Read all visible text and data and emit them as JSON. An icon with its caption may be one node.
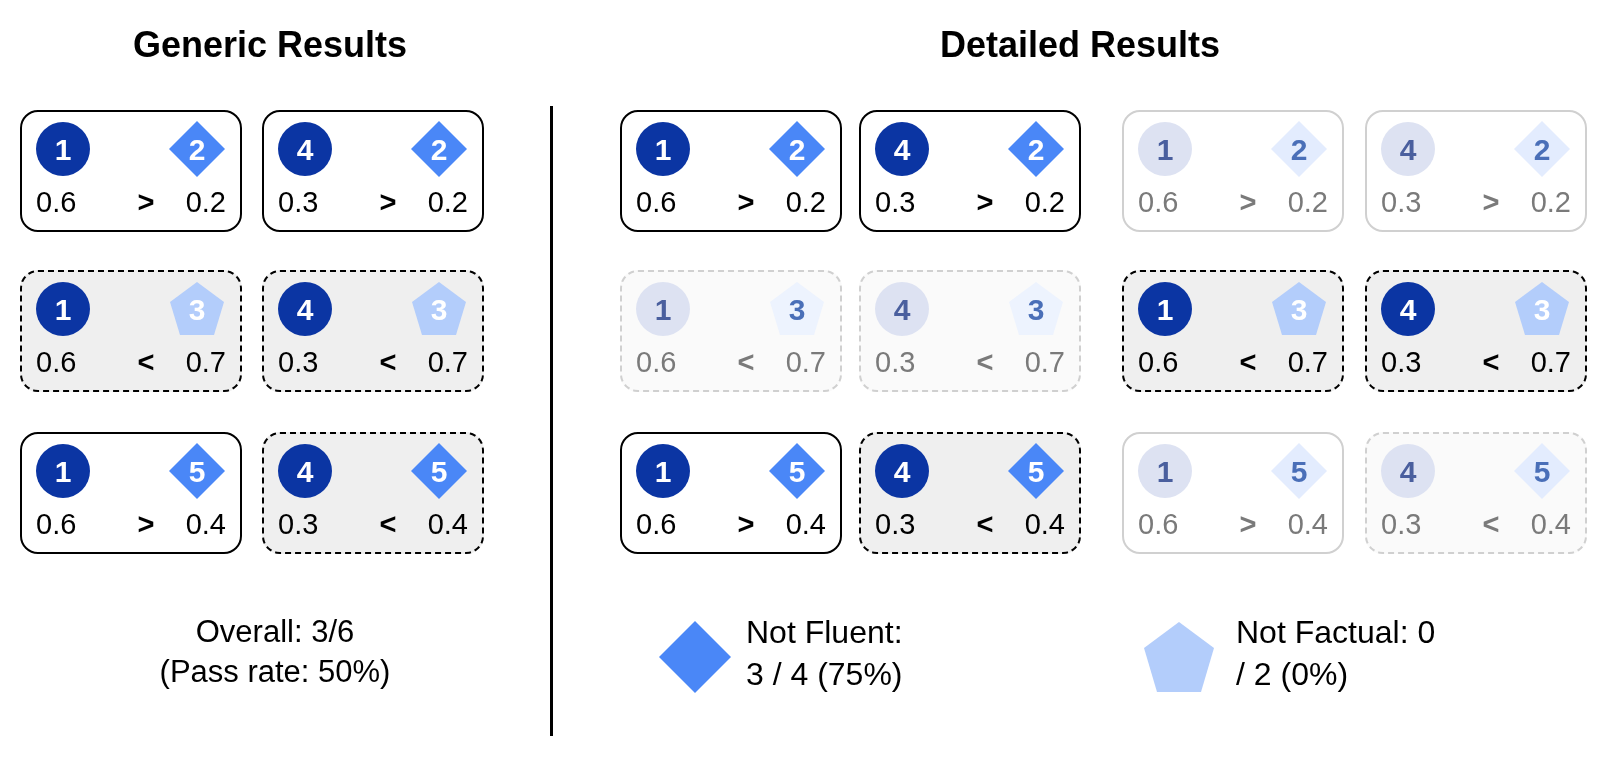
{
  "diagram": {
    "nodes": [
      {
        "text": [
          "0.6",
          ">",
          "0.2"
        ]
      },
      {
        "text": [
          "1"
        ],
        "in": 0
      },
      {
        "text": [
          "2"
        ],
        "in": 0
      },
      {
        "text": [
          "0.3",
          ">",
          "0.2"
        ]
      },
      {
        "text": [
          "4"
        ],
        "in": 3
      },
      {
        "text": [
          "2"
        ],
        "in": 3
      },
      {
        "text": [
          "0.6",
          "<",
          "0.7"
        ]
      },
      {
        "text": [
          "1"
        ],
        "in": 6
      },
      {
        "text": [
          "3"
        ],
        "in": 6
      },
      {
        "text": [
          "0.3",
          "<",
          "0.7"
        ]
      },
      {
        "text": [
          "4"
        ],
        "in": 9
      },
      {
        "text": [
          "3"
        ],
        "in": 9
      },
      {
        "text": [
          "0.6",
          ">",
          "0.4"
        ]
      },
      {
        "text": [
          "1"
        ],
        "in": 12
      },
      {
        "text": [
          "5"
        ],
        "in": 12
      },
      {
        "text": [
          "0.3",
          "<",
          "0.4"
        ]
      },
      {
        "text": [
          "4"
        ],
        "in": 15
      },
      {
        "text": [
          "5"
        ],
        "in": 15
      },
      {
        "text": [
          "0.6",
          ">",
          "0.2"
        ]
      },
      {
        "text": [
          "1"
        ],
        "in": 18
      },
      {
        "text": [
          "2"
        ],
        "in": 18
      },
      {
        "text": [
          "0.3",
          ">",
          "0.2"
        ]
      },
      {
        "text": [
          "4"
        ],
        "in": 21
      },
      {
        "text": [
          "2"
        ],
        "in": 21
      },
      {
        "text": [
          "0.6",
          ">",
          "0.2"
        ]
      },
      {
        "text": [
          "1"
        ],
        "in": 24
      },
      {
        "text": [
          "2"
        ],
        "in": 24
      },
      {
        "text": [
          "0.3",
          ">",
          "0.2"
        ]
      },
      {
        "text": [
          "4"
        ],
        "in": 27
      },
      {
        "text": [
          "2"
        ],
        "in": 27
      },
      {
        "text": [
          "0.6",
          "<",
          "0.7"
        ]
      },
      {
        "text": [
          "1"
        ],
        "in": 30
      },
      {
        "text": [
          "3"
        ],
        "in": 30
      },
      {
        "text": [
          "0.3",
          "<",
          "0.7"
        ]
      },
      {
        "text": [
          "4"
        ],
        "in": 33
      },
      {
        "text": [
          "3"
        ],
        "in": 33
      },
      {
        "text": [
          "0.6",
          "<",
          "0.7"
        ]
      },
      {
        "text": [
          "1"
        ],
        "in": 36
      },
      {
        "text": [
          "3"
        ],
        "in": 36
      },
      {
        "text": [
          "0.3",
          "<",
          "0.7"
        ]
      },
      {
        "text": [
          "4"
        ],
        "in": 39
      },
      {
        "text": [
          "3"
        ],
        "in": 39
      },
      {
        "text": [
          "0.6",
          ">",
          "0.4"
        ]
      },
      {
        "text": [
          "1"
        ],
        "in": 42
      },
      {
        "text": [
          "5"
        ],
        "in": 42
      },
      {
        "text": [
          "0.3",
          "<",
          "0.4"
        ]
      },
      {
        "text": [
          "4"
        ],
        "in": 45
      },
      {
        "text": [
          "5"
        ],
        "in": 45
      },
      {
        "text": [
          "0.6",
          ">",
          "0.4"
        ]
      },
      {
        "text": [
          "1"
        ],
        "in": 48
      },
      {
        "text": [
          "5"
        ],
        "in": 48
      },
      {
        "text": [
          "0.3",
          "<",
          "0.4"
        ]
      },
      {
        "text": [
          "4"
        ],
        "in": 51
      },
      {
        "text": [
          "5"
        ],
        "in": 51
      }
    ],
    "labels": [
      "Generic Results",
      "Detailed Results",
      "Overall: 3/6 (Pass rate: 50%)"
    ],
    "legend": [
      {
        "text": "Not Fluent: 3 / 4 (75%)"
      },
      {
        "text": "Not Factual: 0 / 2 (0%)"
      }
    ]
  }
}
